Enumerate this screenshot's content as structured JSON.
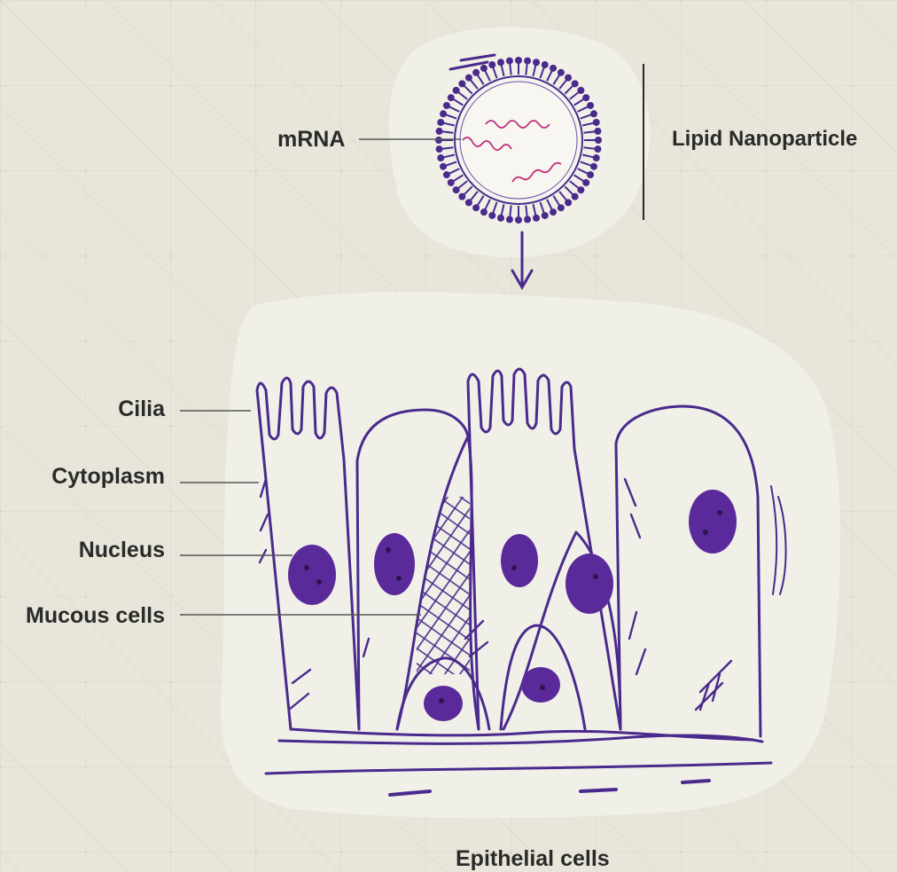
{
  "labels": {
    "mrna": "mRNA",
    "lipid_nanoparticle": "Lipid Nanoparticle",
    "cilia": "Cilia",
    "cytoplasm": "Cytoplasm",
    "nucleus": "Nucleus",
    "mucous_cells": "Mucous cells",
    "epithelial_cells": "Epithelial cells"
  },
  "colors": {
    "background": "#e8e6da",
    "blob": "#f1f0e8",
    "outline": "#4a2a8c",
    "nucleus": "#5b2a9a",
    "mrna": "#c0307a",
    "leader": "#555555"
  }
}
